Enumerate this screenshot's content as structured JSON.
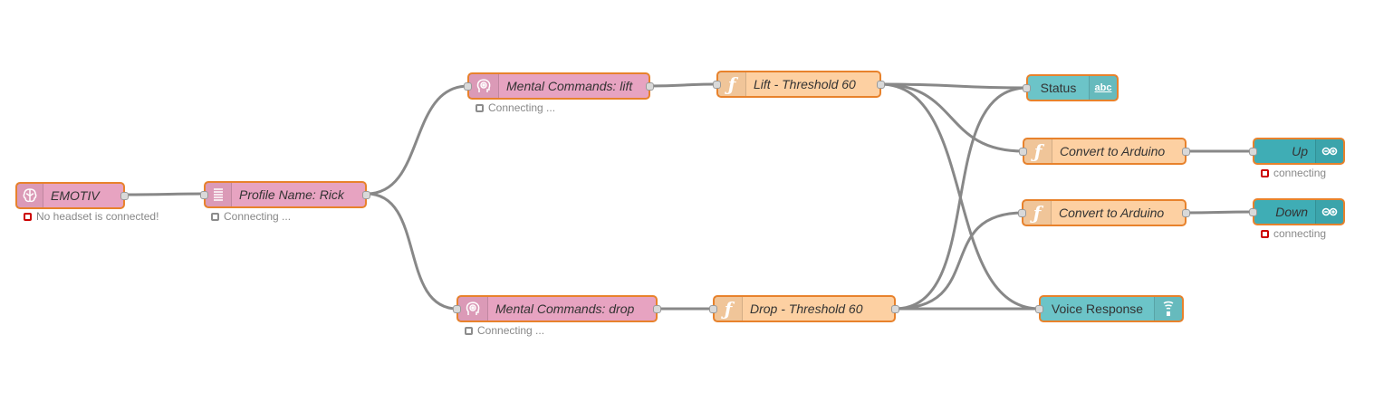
{
  "nodes": {
    "emotiv": {
      "label": "EMOTIV",
      "status": "No headset is connected!",
      "icon": "brain-icon"
    },
    "profile": {
      "label": "Profile Name: Rick",
      "status": "Connecting ...",
      "icon": "list-icon"
    },
    "mc_lift": {
      "label": "Mental Commands: lift",
      "status": "Connecting ...",
      "icon": "head-icon"
    },
    "mc_drop": {
      "label": "Mental Commands: drop",
      "status": "Connecting ...",
      "icon": "head-icon"
    },
    "lift_fn": {
      "label": "Lift - Threshold 60",
      "icon": "function-icon"
    },
    "drop_fn": {
      "label": "Drop - Threshold 60",
      "icon": "function-icon"
    },
    "status_node": {
      "label": "Status",
      "icon": "abc-icon",
      "icon_text": "abc"
    },
    "convert1": {
      "label": "Convert to Arduino",
      "icon": "function-icon"
    },
    "convert2": {
      "label": "Convert to Arduino",
      "icon": "function-icon"
    },
    "up": {
      "label": "Up",
      "status": "connecting",
      "icon": "arduino-icon"
    },
    "down": {
      "label": "Down",
      "status": "connecting",
      "icon": "arduino-icon"
    },
    "voice": {
      "label": "Voice Response",
      "icon": "speaker-icon"
    }
  },
  "colors": {
    "emotiv_node": "#e7a3c1",
    "function_node": "#fdd0a2",
    "arduino_node": "#3fadb5",
    "output_node": "#6cc4c8",
    "node_border": "#e8822c",
    "wire": "#888888",
    "status_error": "#cc0000",
    "status_pending": "#8c8c8c"
  }
}
